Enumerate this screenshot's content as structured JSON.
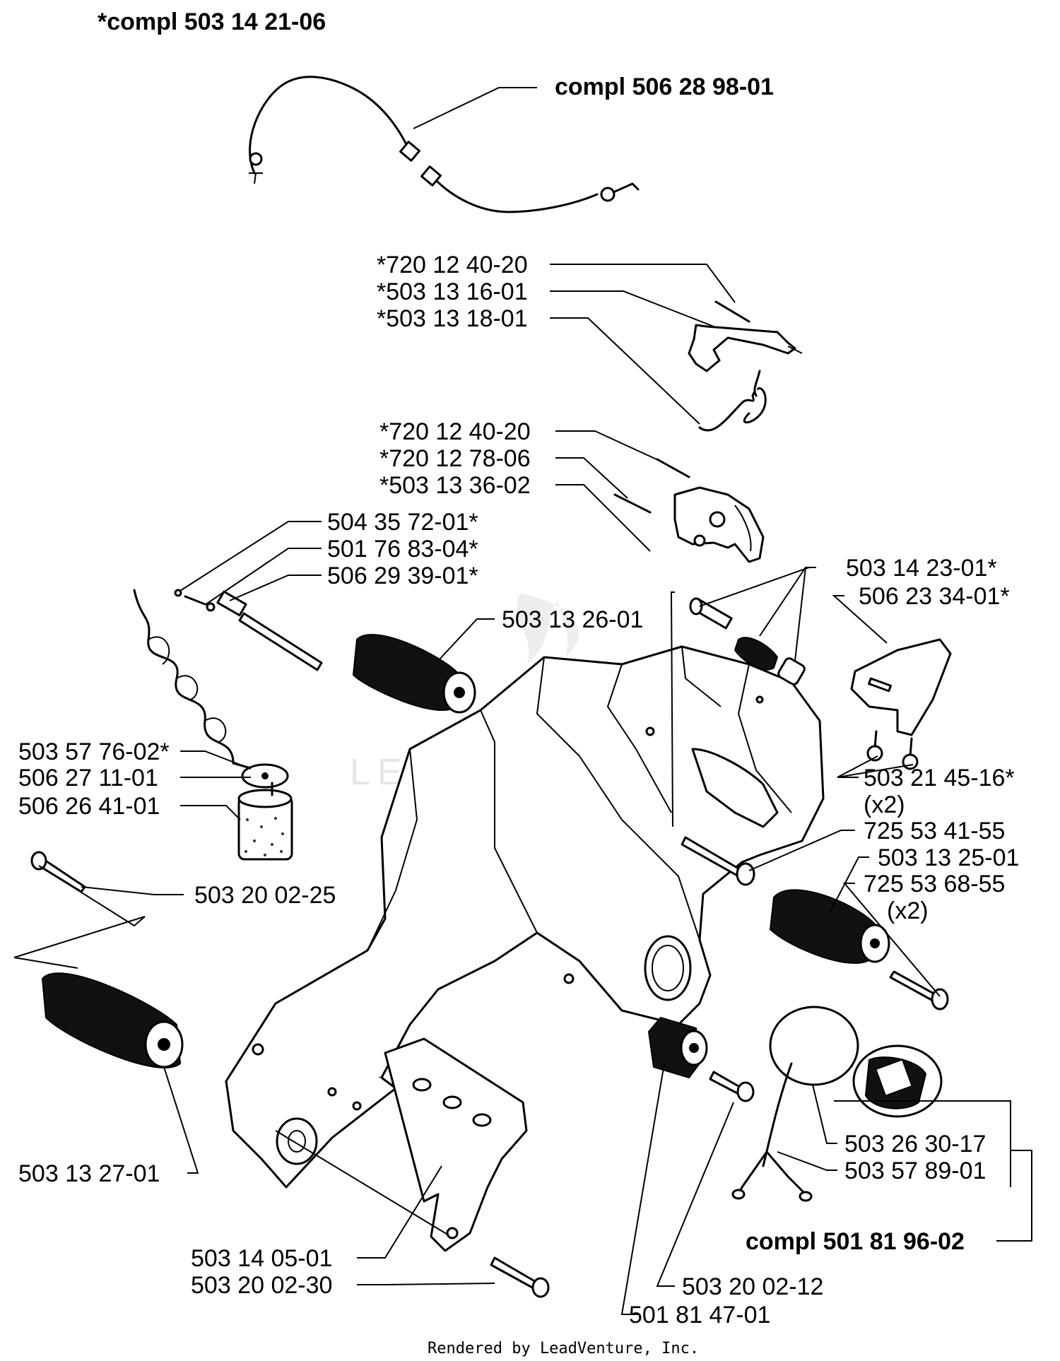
{
  "title": "*compl 503 14 21-06",
  "footer": "Rendered by LeadVenture, Inc.",
  "watermark": "LEADVENTURE",
  "labels": {
    "compl_506_28_98_01": "compl 506 28 98-01",
    "p720_12_40_20_a": "*720 12 40-20",
    "p503_13_16_01": "*503 13 16-01",
    "p503_13_18_01": "*503 13 18-01",
    "p720_12_40_20_b": "*720 12 40-20",
    "p720_12_78_06": "*720 12 78-06",
    "p503_13_36_02": "*503 13 36-02",
    "p504_35_72_01": "504 35 72-01*",
    "p501_76_83_04": "501 76 83-04*",
    "p506_29_39_01": "506 29 39-01*",
    "p503_14_23_01": "503 14 23-01*",
    "p506_23_34_01": "506 23 34-01*",
    "p503_13_26_01": "503 13 26-01",
    "p503_57_76_02": "503 57 76-02*",
    "p506_27_11_01": "506 27 11-01",
    "p506_26_41_01": "506 26 41-01",
    "p503_21_45_16": "503 21 45-16*",
    "p503_21_45_16_qty": "(x2)",
    "p725_53_41_55": "725 53 41-55",
    "p503_13_25_01": "503 13 25-01",
    "p725_53_68_55": "725 53 68-55",
    "p725_53_68_55_qty": "(x2)",
    "p503_20_02_25": "503 20 02-25",
    "p503_13_27_01": "503 13 27-01",
    "p503_26_30_17": "503 26 30-17",
    "p503_57_89_01": "503 57 89-01",
    "compl_501_81_96_02": "compl 501 81 96-02",
    "p503_14_05_01": "503 14 05-01",
    "p503_20_02_30": "503 20 02-30",
    "p503_20_02_12": "503 20 02-12",
    "p501_81_47_01": "501 81 47-01"
  }
}
